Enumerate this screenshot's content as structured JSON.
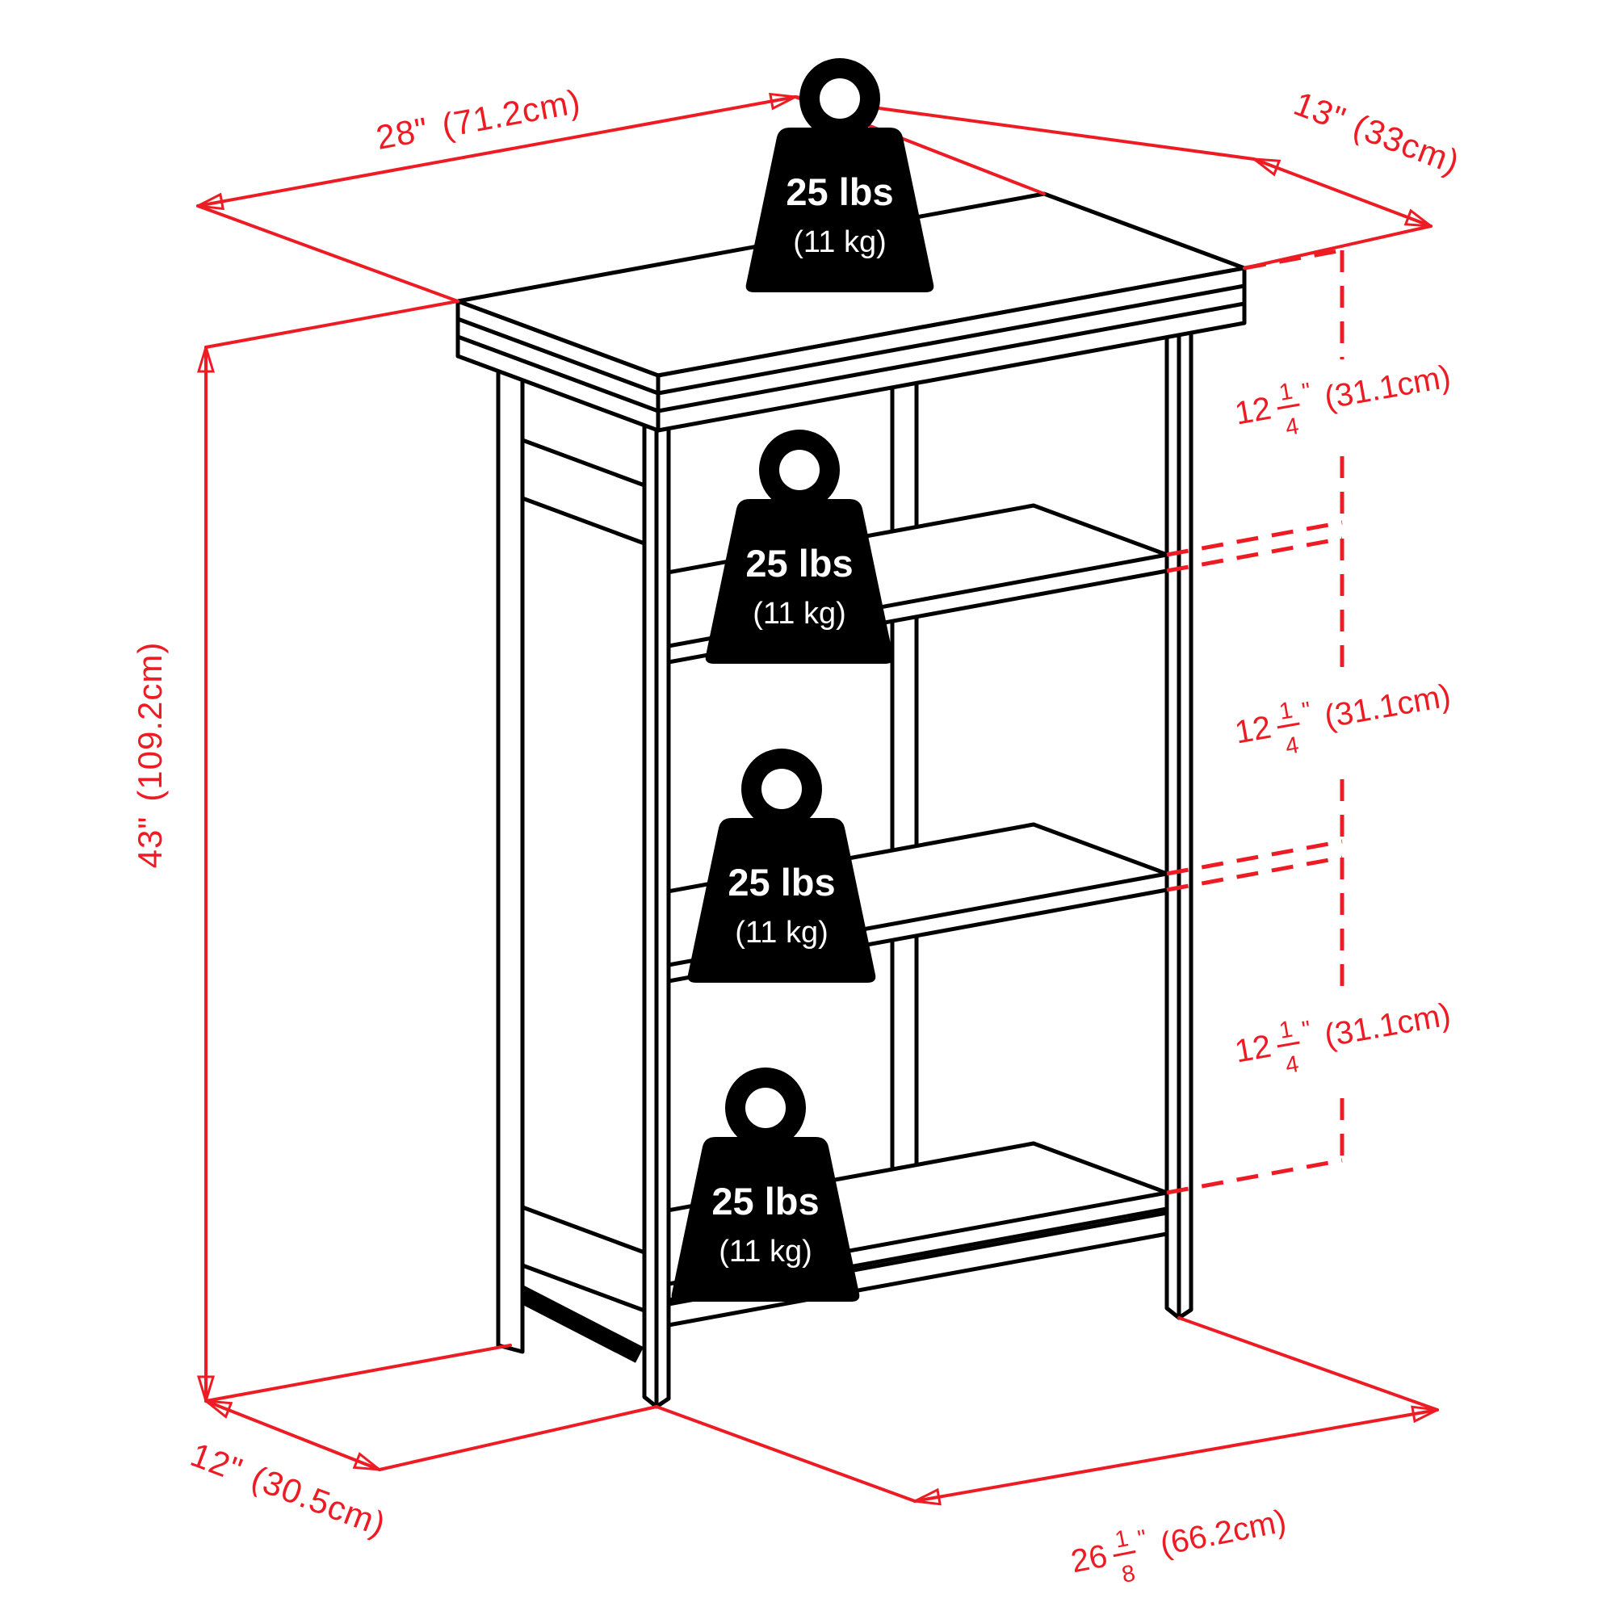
{
  "diagram": {
    "type": "product-dimension-diagram",
    "subject": "4-tier shelving unit with per-shelf weight capacity",
    "colors": {
      "dimension_red": "#ed1c24",
      "line_black": "#000000",
      "background": "#ffffff"
    }
  },
  "dimensions": {
    "width_top": {
      "imperial": "28\"",
      "metric": "(71.2cm)"
    },
    "depth_top": {
      "imperial": "13\"",
      "metric": "(33cm)"
    },
    "height": {
      "imperial": "43\"",
      "metric": "(109.2cm)"
    },
    "depth_bottom": {
      "imperial": "12\"",
      "metric": "(30.5cm)"
    },
    "width_bottom": {
      "whole": "26",
      "numerator": "1",
      "denominator": "8",
      "unit": "\"",
      "metric": "(66.2cm)"
    },
    "shelf_spacing": [
      {
        "whole": "12",
        "numerator": "1",
        "denominator": "4",
        "unit": "\"",
        "metric": "(31.1cm)"
      },
      {
        "whole": "12",
        "numerator": "1",
        "denominator": "4",
        "unit": "\"",
        "metric": "(31.1cm)"
      },
      {
        "whole": "12",
        "numerator": "1",
        "denominator": "4",
        "unit": "\"",
        "metric": "(31.1cm)"
      }
    ]
  },
  "weights": [
    {
      "label": "25 lbs",
      "sublabel": "(11 kg)"
    },
    {
      "label": "25 lbs",
      "sublabel": "(11 kg)"
    },
    {
      "label": "25 lbs",
      "sublabel": "(11 kg)"
    },
    {
      "label": "25 lbs",
      "sublabel": "(11 kg)"
    }
  ]
}
